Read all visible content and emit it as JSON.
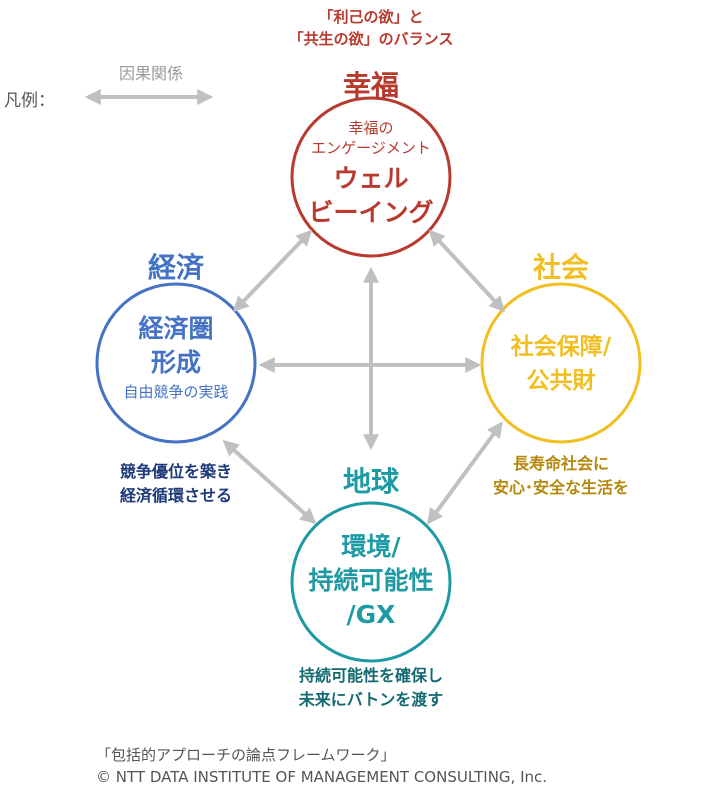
{
  "legend": {
    "label": "凡例：",
    "cause": "因果関係"
  },
  "top_tagline": [
    "「利己の欲」と",
    "「共生の欲」のバランス"
  ],
  "categories": {
    "happiness": {
      "title": "幸福",
      "sub1": "幸福の",
      "sub2": "エンゲージメント",
      "main1": "ウェル",
      "main2": "ビーイング",
      "color": "#b83a2e"
    },
    "economy": {
      "title": "経済",
      "main1": "経済圏",
      "main2": "形成",
      "sub": "自由競争の実践",
      "desc1": "競争優位を築き",
      "desc2": "経済循環させる",
      "color": "#4472c4",
      "desc_color": "#1f3a7a"
    },
    "society": {
      "title": "社会",
      "main1": "社会保障/",
      "main2": "公共財",
      "desc1": "長寿命社会に",
      "desc2": "安心･安全な生活を",
      "color": "#f2bf23",
      "desc_color": "#b5880c"
    },
    "earth": {
      "title": "地球",
      "main1": "環境/",
      "main2": "持続可能性",
      "main3": "/GX",
      "desc1": "持続可能性を確保し",
      "desc2": "未来にバトンを渡す",
      "color": "#1d9aa3",
      "desc_color": "#126a72"
    }
  },
  "footer": {
    "line1": "「包括的アプローチの論点フレームワーク」",
    "line2": "© NTT DATA INSTITUTE OF MANAGEMENT CONSULTING, Inc."
  },
  "arrow_color": "#c0c0c0"
}
